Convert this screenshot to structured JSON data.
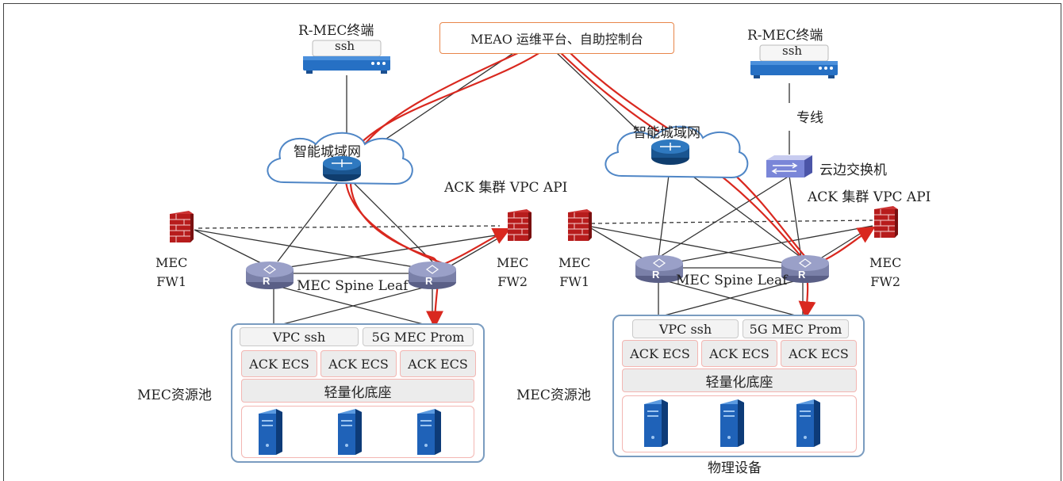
{
  "top_platform": "MEAO 运维平台、自助控制台",
  "colors": {
    "red_path": "#d9281f",
    "gray_line": "#333333",
    "cloud_fill": "#ffffff",
    "cloud_stroke": "#4f86c6",
    "pool_border": "#7a9cc0",
    "cell_border": "#f3b6b2",
    "cell_fill": "#ececec"
  },
  "left": {
    "terminal_title": "R-MEC终端",
    "terminal_ssh": "ssh",
    "cloud_label": "智能城域网",
    "ack_api": "ACK 集群 VPC API",
    "fw1": [
      "MEC",
      "FW1"
    ],
    "fw2": [
      "MEC",
      "FW2"
    ],
    "spine_leaf": "MEC Spine Leaf",
    "pool_label": "MEC资源池",
    "vpc_ssh": "VPC ssh",
    "prom": "5G MEC Prom",
    "ecs": [
      "ACK ECS",
      "ACK ECS",
      "ACK ECS"
    ],
    "base": "轻量化底座"
  },
  "right": {
    "terminal_title": "R-MEC终端",
    "terminal_ssh": "ssh",
    "leased_line": "专线",
    "cloud_label": "智能城域网",
    "cloud_switch": "云边交换机",
    "ack_api": "ACK 集群 VPC API",
    "fw1": [
      "MEC",
      "FW1"
    ],
    "fw2": [
      "MEC",
      "FW2"
    ],
    "spine_leaf": "MEC Spine Leaf",
    "pool_label": "MEC资源池",
    "vpc_ssh": "VPC ssh",
    "prom": "5G MEC Prom",
    "ecs": [
      "ACK ECS",
      "ACK ECS",
      "ACK ECS"
    ],
    "base": "轻量化底座",
    "physical": "物理设备"
  },
  "icons": [
    "terminal-device-icon",
    "cloud-icon",
    "router-icon",
    "firewall-icon",
    "switch-icon",
    "server-icon"
  ]
}
